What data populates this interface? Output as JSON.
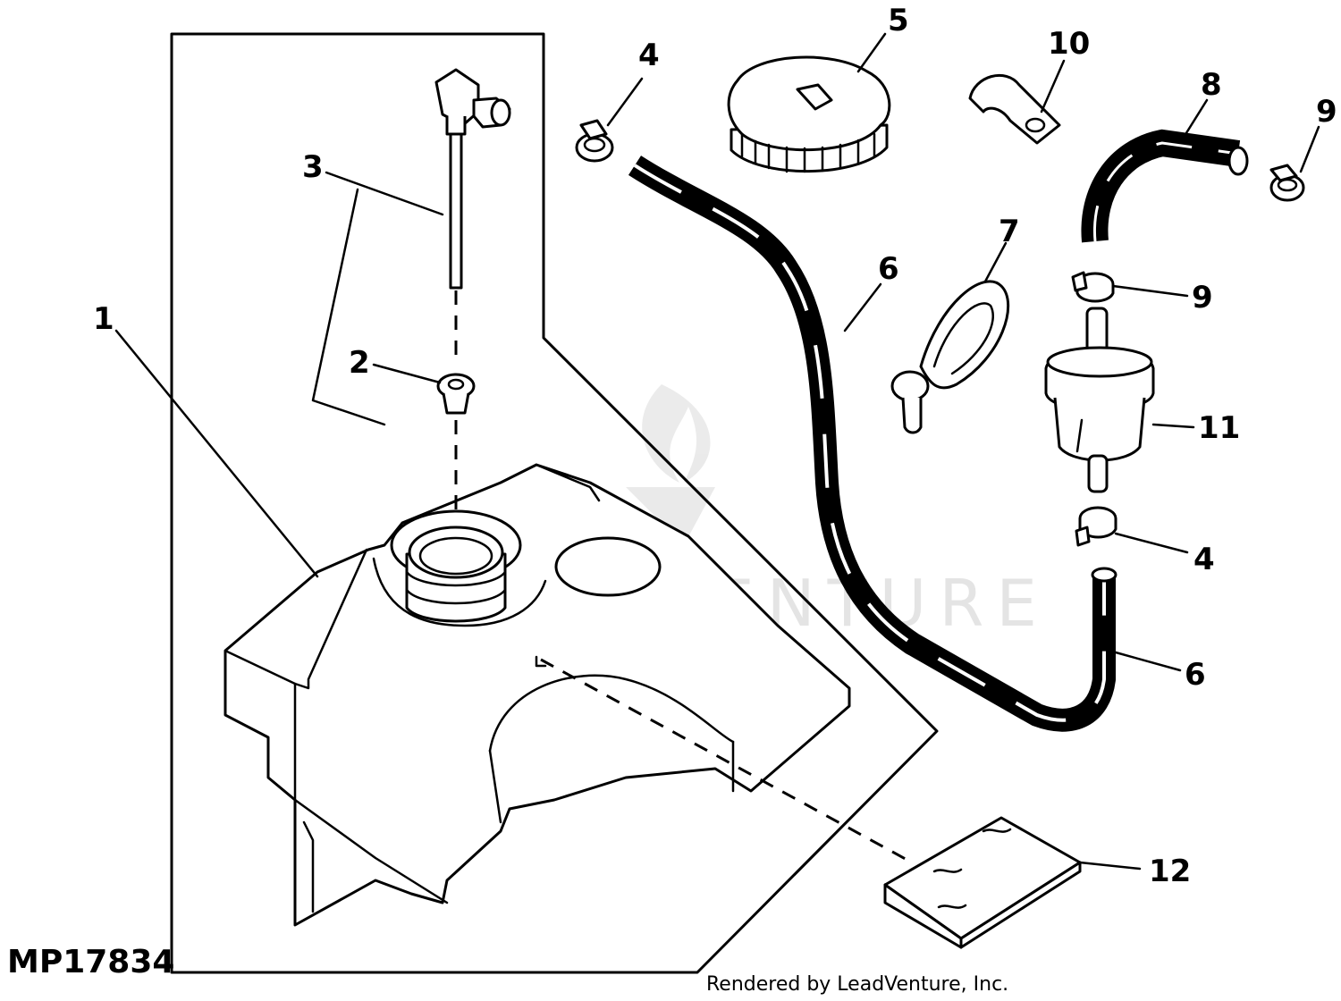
{
  "figure_code": "MP17834",
  "credit": "Rendered by LeadVenture, Inc.",
  "watermark": "LEADVENTURE",
  "callouts": [
    {
      "id": "1",
      "text": "1"
    },
    {
      "id": "2",
      "text": "2"
    },
    {
      "id": "3",
      "text": "3"
    },
    {
      "id": "4a",
      "text": "4"
    },
    {
      "id": "4b",
      "text": "4"
    },
    {
      "id": "5",
      "text": "5"
    },
    {
      "id": "6a",
      "text": "6"
    },
    {
      "id": "6b",
      "text": "6"
    },
    {
      "id": "7",
      "text": "7"
    },
    {
      "id": "8",
      "text": "8"
    },
    {
      "id": "9a",
      "text": "9"
    },
    {
      "id": "9b",
      "text": "9"
    },
    {
      "id": "10",
      "text": "10"
    },
    {
      "id": "11",
      "text": "11"
    },
    {
      "id": "12",
      "text": "12"
    }
  ]
}
